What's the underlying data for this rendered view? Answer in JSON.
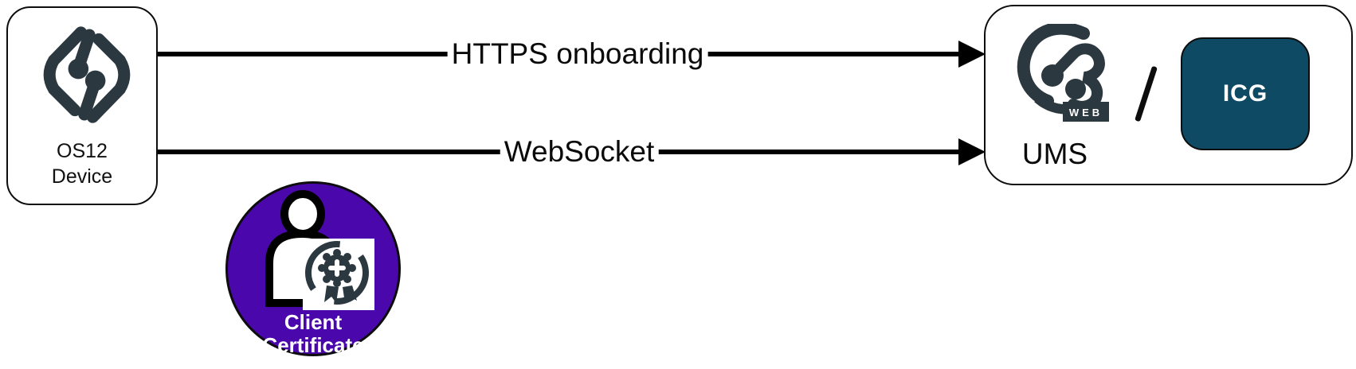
{
  "diagram": {
    "device_box": {
      "label_line1": "OS12",
      "label_line2": "Device",
      "logo": "igel-os-logo"
    },
    "arrows": [
      {
        "label": "HTTPS onboarding"
      },
      {
        "label": "WebSocket"
      }
    ],
    "ums_box": {
      "label": "UMS",
      "logo": "igel-ums-web-logo",
      "web_badge": "WEB",
      "separator": "/",
      "icg_label": "ICG"
    },
    "certificate": {
      "label_line1": "Client",
      "label_line2": "Certificate"
    },
    "colors": {
      "logo_dark": "#2b3840",
      "icg_teal": "#0e4a63",
      "cert_purple": "#4a07ab",
      "arrow_black": "#000000",
      "background": "#ffffff"
    }
  }
}
